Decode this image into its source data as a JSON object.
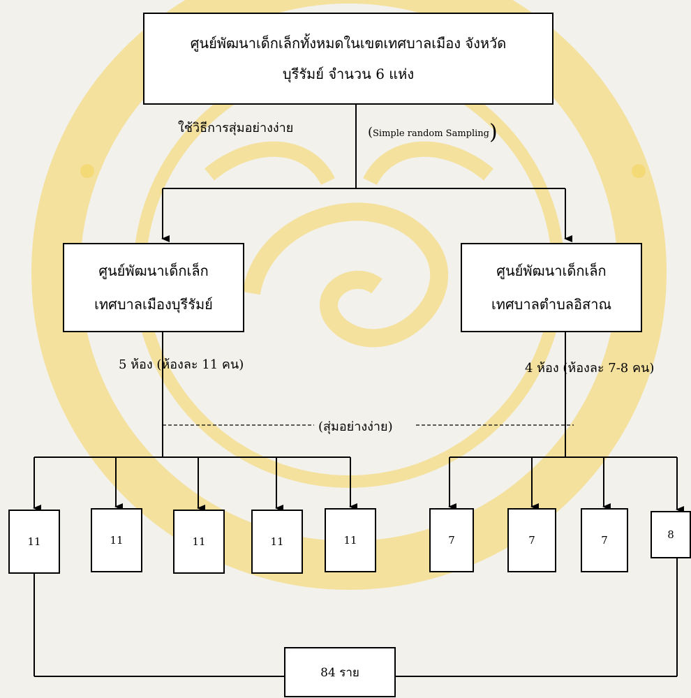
{
  "watermark": {
    "text_top": "",
    "text_bottom": "",
    "color": "#f4c11c"
  },
  "top_box": {
    "line1": "ศูนย์พัฒนาเด็กเล็กทั้งหมดในเขตเทศบาลเมือง จังหวัด",
    "line2": "บุรีรัมย์ จำนวน 6 แห่ง"
  },
  "method": {
    "thai": "ใช้วิธีการสุ่มอย่างง่าย",
    "open": "(",
    "english": "Simple random Sampling",
    "close": ")"
  },
  "left_center": {
    "line1": "ศูนย์พัฒนาเด็กเล็ก",
    "line2": "เทศบาลเมืองบุรีรัมย์",
    "rooms_label": "5 ห้อง (ห้องละ 11 คน)"
  },
  "right_center": {
    "line1": "ศูนย์พัฒนาเด็กเล็ก",
    "line2": "เทศบาลตำบลอิสาณ",
    "rooms_label": "4 ห้อง (ห้องละ 7-8 คน)"
  },
  "random_label": "(สุ่มอย่างง่าย)",
  "rooms": [
    {
      "count": "11"
    },
    {
      "count": "11"
    },
    {
      "count": "11"
    },
    {
      "count": "11"
    },
    {
      "count": "11"
    },
    {
      "count": "7"
    },
    {
      "count": "7"
    },
    {
      "count": "7"
    },
    {
      "count": "8"
    }
  ],
  "total": "84 ราย"
}
